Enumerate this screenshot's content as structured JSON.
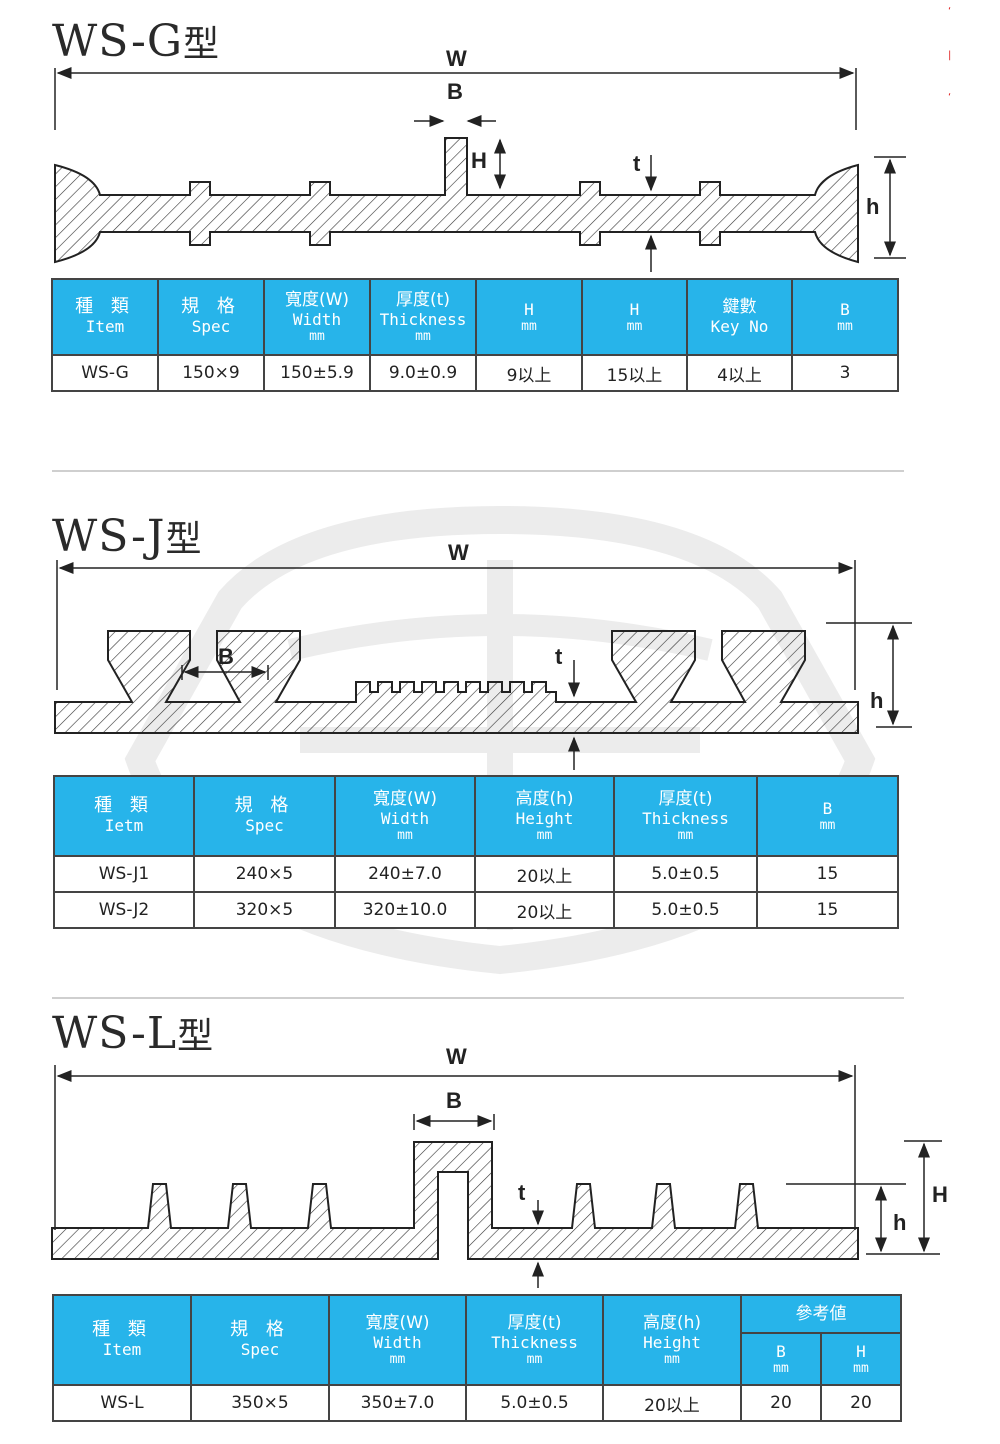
{
  "sections": {
    "g": {
      "title": "WS-G",
      "title_suffix": "型",
      "dims": {
        "w": "W",
        "b": "B",
        "big_h": "H",
        "t": "t",
        "small_h": "h"
      },
      "headers": [
        {
          "zh": "種 類",
          "en": "Item",
          "unit": ""
        },
        {
          "zh": "規 格",
          "en": "Spec",
          "unit": ""
        },
        {
          "zh": "寬度(W)",
          "en": "Width",
          "unit": "mm"
        },
        {
          "zh": "厚度(t)",
          "en": "Thickness",
          "unit": "mm"
        },
        {
          "zh": "",
          "en": "H",
          "unit": "mm"
        },
        {
          "zh": "",
          "en": "H",
          "unit": "mm"
        },
        {
          "zh": "鍵數",
          "en": "Key No",
          "unit": ""
        },
        {
          "zh": "",
          "en": "B",
          "unit": "mm"
        }
      ],
      "rows": [
        [
          "WS-G",
          "150×9",
          "150±5.9",
          "9.0±0.9",
          "9以上",
          "15以上",
          "4以上",
          "3"
        ]
      ]
    },
    "j": {
      "title": "WS-J",
      "title_suffix": "型",
      "dims": {
        "w": "W",
        "b": "B",
        "t": "t",
        "small_h": "h"
      },
      "headers": [
        {
          "zh": "種 類",
          "en": "Ietm",
          "unit": ""
        },
        {
          "zh": "規 格",
          "en": "Spec",
          "unit": ""
        },
        {
          "zh": "寬度(W)",
          "en": "Width",
          "unit": "mm"
        },
        {
          "zh": "高度(h)",
          "en": "Height",
          "unit": "mm"
        },
        {
          "zh": "厚度(t)",
          "en": "Thickness",
          "unit": "mm"
        },
        {
          "zh": "",
          "en": "B",
          "unit": "mm"
        }
      ],
      "rows": [
        [
          "WS-J1",
          "240×5",
          "240±7.0",
          "20以上",
          "5.0±0.5",
          "15"
        ],
        [
          "WS-J2",
          "320×5",
          "320±10.0",
          "20以上",
          "5.0±0.5",
          "15"
        ]
      ]
    },
    "l": {
      "title": "WS-L",
      "title_suffix": "型",
      "dims": {
        "w": "W",
        "b": "B",
        "t": "t",
        "small_h": "h",
        "big_h": "H"
      },
      "headers": [
        {
          "zh": "種 類",
          "en": "Item",
          "unit": ""
        },
        {
          "zh": "規 格",
          "en": "Spec",
          "unit": ""
        },
        {
          "zh": "寬度(W)",
          "en": "Width",
          "unit": "mm"
        },
        {
          "zh": "厚度(t)",
          "en": "Thickness",
          "unit": "mm"
        },
        {
          "zh": "高度(h)",
          "en": "Height",
          "unit": "mm"
        }
      ],
      "ref_group": "參考値",
      "ref_headers": [
        {
          "en": "B",
          "unit": "mm"
        },
        {
          "en": "H",
          "unit": "mm"
        }
      ],
      "rows": [
        [
          "WS-L",
          "350×5",
          "350±7.0",
          "5.0±0.5",
          "20以上",
          "20",
          "20"
        ]
      ]
    }
  },
  "colors": {
    "header_bg": "#27b4ea",
    "border": "#444444",
    "watermark": "#e9e9e9"
  }
}
